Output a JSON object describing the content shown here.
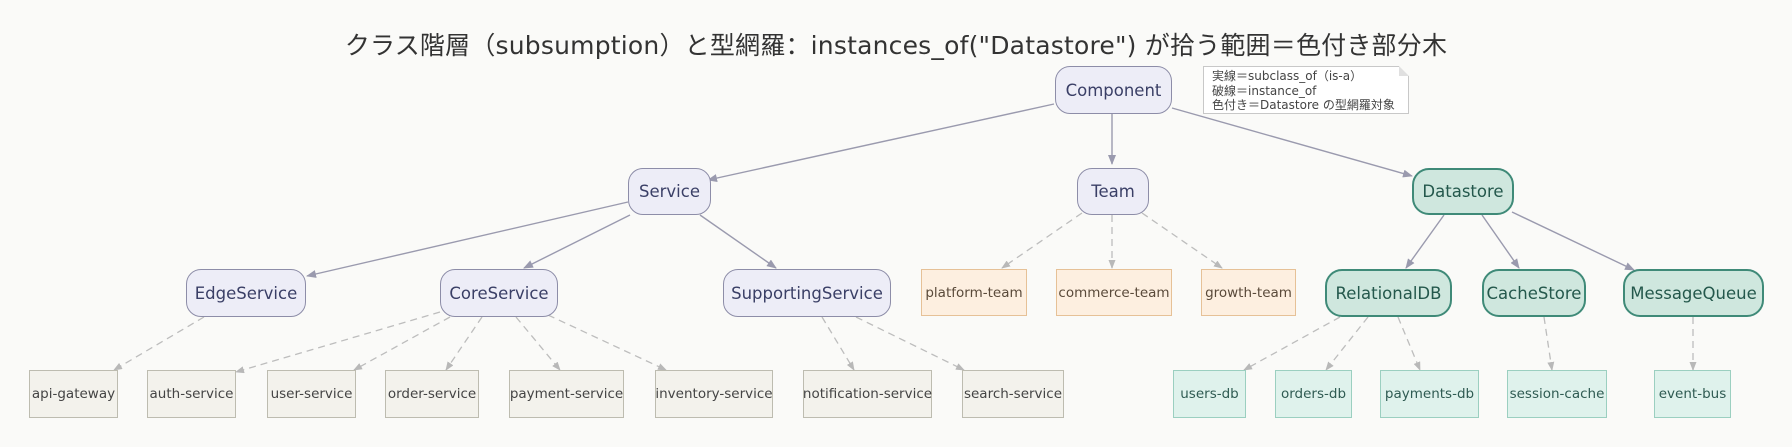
{
  "title": "クラス階層（subsumption）と型網羅：instances_of(\"Datastore\") が拾う範囲＝色付き部分木",
  "legend": {
    "solid": "実線＝subclass_of（is-a）",
    "dashed": "破線＝instance_of",
    "colored": "色付き＝Datastore の型網羅対象"
  },
  "nodes": {
    "component": "Component",
    "service": "Service",
    "team": "Team",
    "datastore": "Datastore",
    "edge_service": "EdgeService",
    "core_service": "CoreService",
    "supporting_service": "SupportingService",
    "relational_db": "RelationalDB",
    "cache_store": "CacheStore",
    "message_queue": "MessageQueue",
    "platform_team": "platform-team",
    "commerce_team": "commerce-team",
    "growth_team": "growth-team",
    "api_gateway": "api-gateway",
    "auth_service": "auth-service",
    "user_service": "user-service",
    "order_service": "order-service",
    "payment_service": "payment-service",
    "inventory_service": "inventory-service",
    "notification_service": "notification-service",
    "search_service": "search-service",
    "users_db": "users-db",
    "orders_db": "orders-db",
    "payments_db": "payments-db",
    "session_cache": "session-cache",
    "event_bus": "event-bus"
  },
  "colors": {
    "class_fill": "#ededf7",
    "class_border": "#8d8da8",
    "datastore_fill": "#cfe7de",
    "datastore_border": "#3f8a78",
    "team_fill": "#fdefe0",
    "instance_fill": "#f3f2ec",
    "datastore_instance_fill": "#dff2ec",
    "edge_color": "#9a9aae"
  }
}
